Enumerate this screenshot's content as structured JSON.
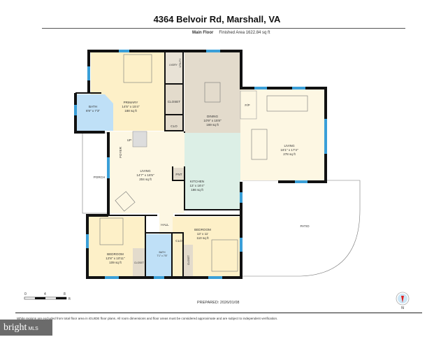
{
  "header": {
    "title": "4364 Belvoir Rd, Marshall, VA",
    "floor": "Main Floor",
    "area": "Finished Area 1622.84 sq ft"
  },
  "colors": {
    "bedroom": "#fdf0c8",
    "bath": "#bfe0f7",
    "dining": "#e3dbcc",
    "kitchen": "#dcefe6",
    "living": "#fdf7e3",
    "window": "#3a9fd8",
    "wall": "#111111"
  },
  "rooms": {
    "primary": {
      "name": "PRIMARY",
      "dims": "14'5\" x 15'4\"",
      "area": "188 sq ft"
    },
    "bath1": {
      "name": "BATH",
      "dims": "6'9\" x 7'3\""
    },
    "laundry": {
      "name": "LNDRY"
    },
    "utility": {
      "name": "UTILITY"
    },
    "closet1": {
      "name": "CLOSET"
    },
    "clo1": {
      "name": "CLO"
    },
    "dining": {
      "name": "DINING",
      "dims": "10'9\" x 15'8\"",
      "area": "169 sq ft"
    },
    "fp": {
      "name": "F/P"
    },
    "living_right": {
      "name": "LIVING",
      "dims": "16'1\" x 17'4\"",
      "area": "278 sq ft"
    },
    "up": {
      "name": "UP"
    },
    "foyer": {
      "name": "FOYER"
    },
    "porch": {
      "name": "PORCH"
    },
    "living_left": {
      "name": "LIVING",
      "dims": "14'7\" x 16'5\"",
      "area": "204 sq ft"
    },
    "pnt": {
      "name": "PNT"
    },
    "kitchen": {
      "name": "KITCHEN",
      "dims": "13' x 16'4\"",
      "area": "186 sq ft"
    },
    "hall": {
      "name": "HALL"
    },
    "bedroom_right": {
      "name": "BEDROOM",
      "dims": "13' x 11'",
      "area": "110 sq ft"
    },
    "clo2": {
      "name": "CLO"
    },
    "bath2": {
      "name": "BATH",
      "dims": "7'1\" x 7'8\""
    },
    "bedroom_left": {
      "name": "BEDROOM",
      "dims": "12'8\" x 10'11\"",
      "area": "109 sq ft"
    },
    "closet2": {
      "name": "CLOSET"
    },
    "closet3": {
      "name": "CLOSET"
    },
    "patio": {
      "name": "PATIO"
    }
  },
  "scale": {
    "ticks": [
      "0",
      "4",
      "8"
    ],
    "unit": "ft"
  },
  "compass": {
    "label": "N"
  },
  "footer": {
    "prepared": "PREPARED: 2026/01/08",
    "disclaimer": "White regions are excluded from total floor area in iGUIDE floor plans. All room dimensions and floor areas must be considered approximate and are subject to independent verification."
  },
  "watermark": {
    "brand": "bright",
    "suffix": "MLS"
  }
}
